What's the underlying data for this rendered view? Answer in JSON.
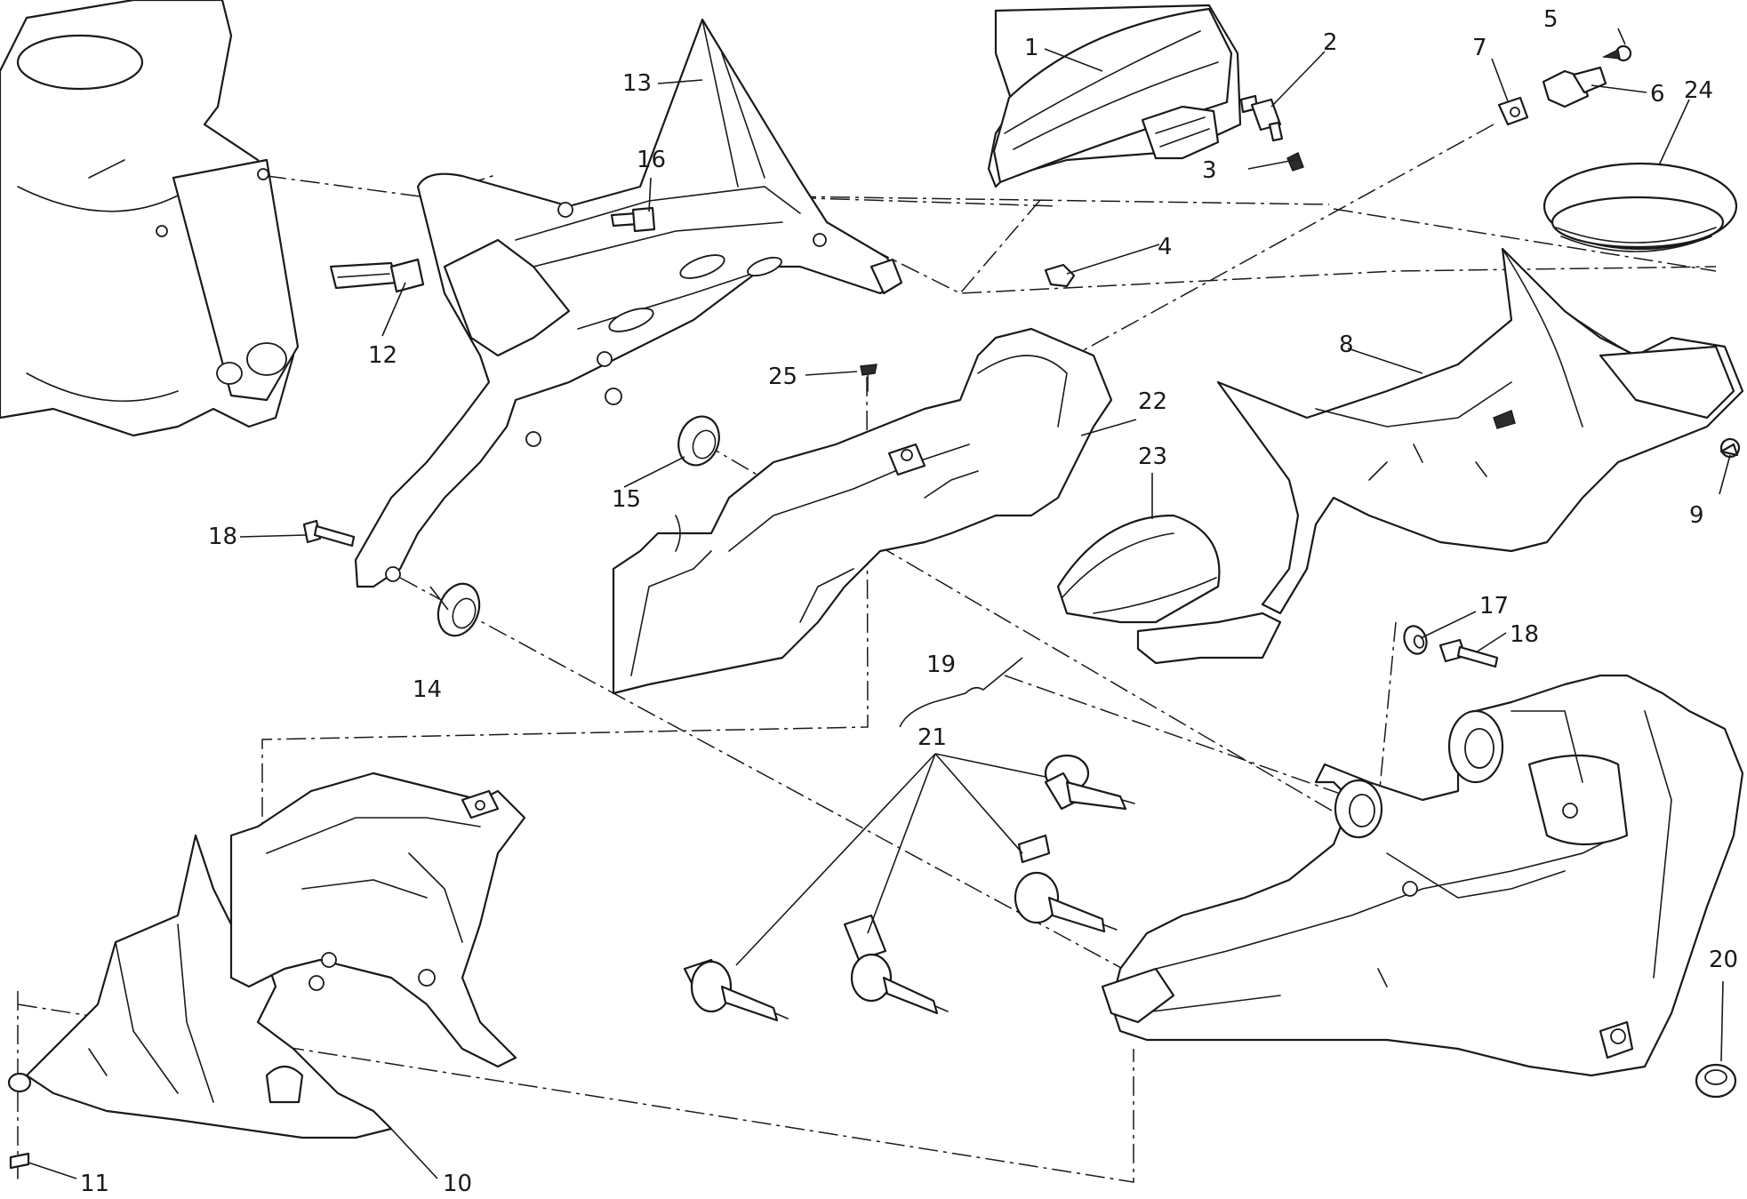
{
  "labels": {
    "p1": "1",
    "p2": "2",
    "p3": "3",
    "p4": "4",
    "p5": "5",
    "p6": "6",
    "p7": "7",
    "p8": "8",
    "p9": "9",
    "p10": "10",
    "p11": "11",
    "p12": "12",
    "p13": "13",
    "p14": "14",
    "p15": "15",
    "p16": "16",
    "p17": "17",
    "p18a": "18",
    "p18b": "18",
    "p19": "19",
    "p20": "20",
    "p21": "21",
    "p22": "22",
    "p23": "23",
    "p24": "24",
    "p25": "25"
  },
  "colors": {
    "line": "#1a1a1a",
    "background": "#ffffff"
  }
}
